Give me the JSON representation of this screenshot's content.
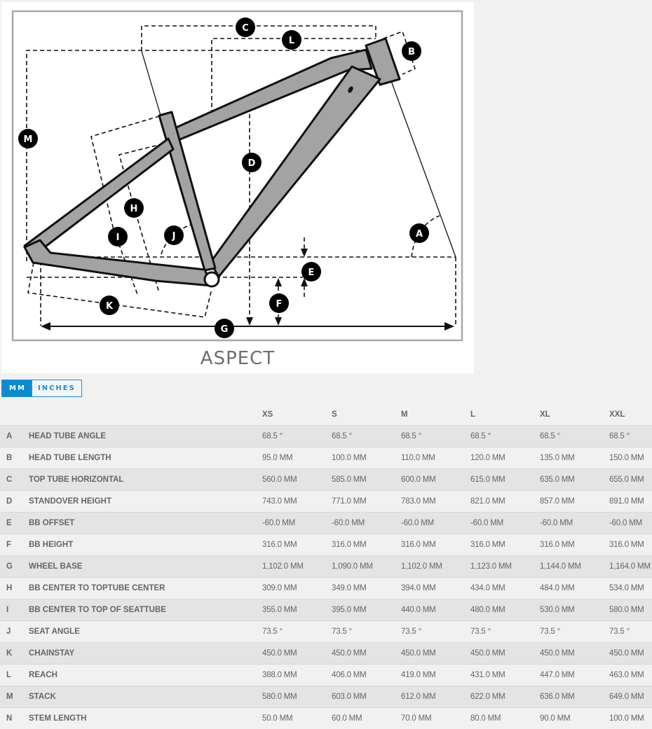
{
  "diagram": {
    "caption": "ASPECT",
    "callouts": [
      "A",
      "B",
      "C",
      "D",
      "E",
      "F",
      "G",
      "H",
      "I",
      "J",
      "K",
      "L",
      "M"
    ],
    "colors": {
      "frame_fill": "#a3a3a3",
      "frame_stroke": "#111111",
      "callout_bg": "#000000",
      "callout_text": "#ffffff",
      "border": "#a8a8a8"
    }
  },
  "unit_toggle": {
    "mm_label": "MM",
    "inches_label": "INCHES",
    "active": "MM",
    "accent_color": "#0a8bd1"
  },
  "table": {
    "columns": [
      "XS",
      "S",
      "M",
      "L",
      "XL",
      "XXL"
    ],
    "rows": [
      {
        "letter": "A",
        "label": "HEAD TUBE ANGLE",
        "values": [
          "68.5 °",
          "68.5 °",
          "68.5 °",
          "68.5 °",
          "68.5 °",
          "68.5 °"
        ]
      },
      {
        "letter": "B",
        "label": "HEAD TUBE LENGTH",
        "values": [
          "95.0 MM",
          "100.0 MM",
          "110.0 MM",
          "120.0 MM",
          "135.0 MM",
          "150.0 MM"
        ]
      },
      {
        "letter": "C",
        "label": "TOP TUBE HORIZONTAL",
        "values": [
          "560.0 MM",
          "585.0 MM",
          "600.0 MM",
          "615.0 MM",
          "635.0 MM",
          "655.0 MM"
        ]
      },
      {
        "letter": "D",
        "label": "STANDOVER HEIGHT",
        "values": [
          "743.0 MM",
          "771.0 MM",
          "783.0 MM",
          "821.0 MM",
          "857.0 MM",
          "891.0 MM"
        ]
      },
      {
        "letter": "E",
        "label": "BB OFFSET",
        "values": [
          "-60.0 MM",
          "-60.0 MM",
          "-60.0 MM",
          "-60.0 MM",
          "-60.0 MM",
          "-60.0 MM"
        ]
      },
      {
        "letter": "F",
        "label": "BB HEIGHT",
        "values": [
          "316.0 MM",
          "316.0 MM",
          "316.0 MM",
          "316.0 MM",
          "316.0 MM",
          "316.0 MM"
        ]
      },
      {
        "letter": "G",
        "label": "WHEEL BASE",
        "values": [
          "1,102.0 MM",
          "1,090.0 MM",
          "1,102.0 MM",
          "1,123.0 MM",
          "1,144.0 MM",
          "1,164.0 MM"
        ]
      },
      {
        "letter": "H",
        "label": "BB CENTER TO TOPTUBE CENTER",
        "values": [
          "309.0 MM",
          "349.0 MM",
          "394.0 MM",
          "434.0 MM",
          "484.0 MM",
          "534.0 MM"
        ]
      },
      {
        "letter": "I",
        "label": "BB CENTER TO TOP OF SEATTUBE",
        "values": [
          "355.0 MM",
          "395.0 MM",
          "440.0 MM",
          "480.0 MM",
          "530.0 MM",
          "580.0 MM"
        ]
      },
      {
        "letter": "J",
        "label": "SEAT ANGLE",
        "values": [
          "73.5 °",
          "73.5 °",
          "73.5 °",
          "73.5 °",
          "73.5 °",
          "73.5 °"
        ]
      },
      {
        "letter": "K",
        "label": "CHAINSTAY",
        "values": [
          "450.0 MM",
          "450.0 MM",
          "450.0 MM",
          "450.0 MM",
          "450.0 MM",
          "450.0 MM"
        ]
      },
      {
        "letter": "L",
        "label": "REACH",
        "values": [
          "388.0 MM",
          "406.0 MM",
          "419.0 MM",
          "431.0 MM",
          "447.0 MM",
          "463.0 MM"
        ]
      },
      {
        "letter": "M",
        "label": "STACK",
        "values": [
          "580.0 MM",
          "603.0 MM",
          "612.0 MM",
          "622.0 MM",
          "636.0 MM",
          "649.0 MM"
        ]
      },
      {
        "letter": "N",
        "label": "STEM LENGTH",
        "values": [
          "50.0 MM",
          "60.0 MM",
          "70.0 MM",
          "80.0 MM",
          "90.0 MM",
          "100.0 MM"
        ]
      }
    ]
  }
}
